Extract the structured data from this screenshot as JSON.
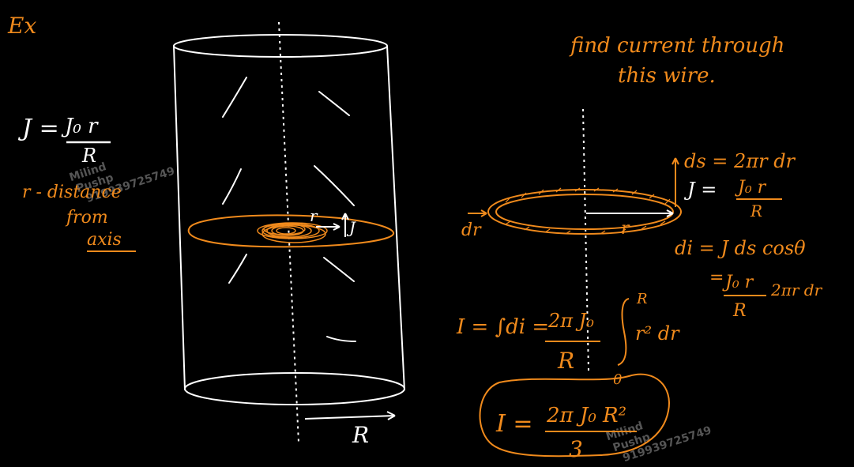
{
  "board": {
    "background": "#000000",
    "ink_color": "#f08a1c",
    "chalk_color": "#ffffff"
  },
  "notes": {
    "ex": "Ex",
    "J_lhs": "J =",
    "J_num": "J₀ r",
    "J_den": "R",
    "r_def_1": "r - distance",
    "r_def_2": "from",
    "r_def_3": "axis"
  },
  "cylinder": {
    "r_label": "r",
    "J_label": "J",
    "R_label": "R"
  },
  "question": {
    "line1": "find current through",
    "line2": "this wire."
  },
  "ring": {
    "dr_label": "dr",
    "r_label": "r"
  },
  "equations": {
    "ds": "ds = 2πr dr",
    "J_lhs": "J =",
    "J_num": "J₀ r",
    "J_den": "R",
    "di": "di = J ds cosθ",
    "di2_eq": "=",
    "di2_num": "J₀ r",
    "di2_den": "R",
    "di2_rest": "2πr dr",
    "I_lhs": "I = ∫di =",
    "I_num": "2π J₀",
    "I_den": "R",
    "int_top": "R",
    "int_bot": "0",
    "integrand": "r² dr",
    "result_lhs": "I =",
    "result_num": "2π J₀ R²",
    "result_den": "3"
  },
  "watermarks": {
    "w1": "Milind",
    "w2": "Pushp",
    "w3": "919939725749"
  }
}
